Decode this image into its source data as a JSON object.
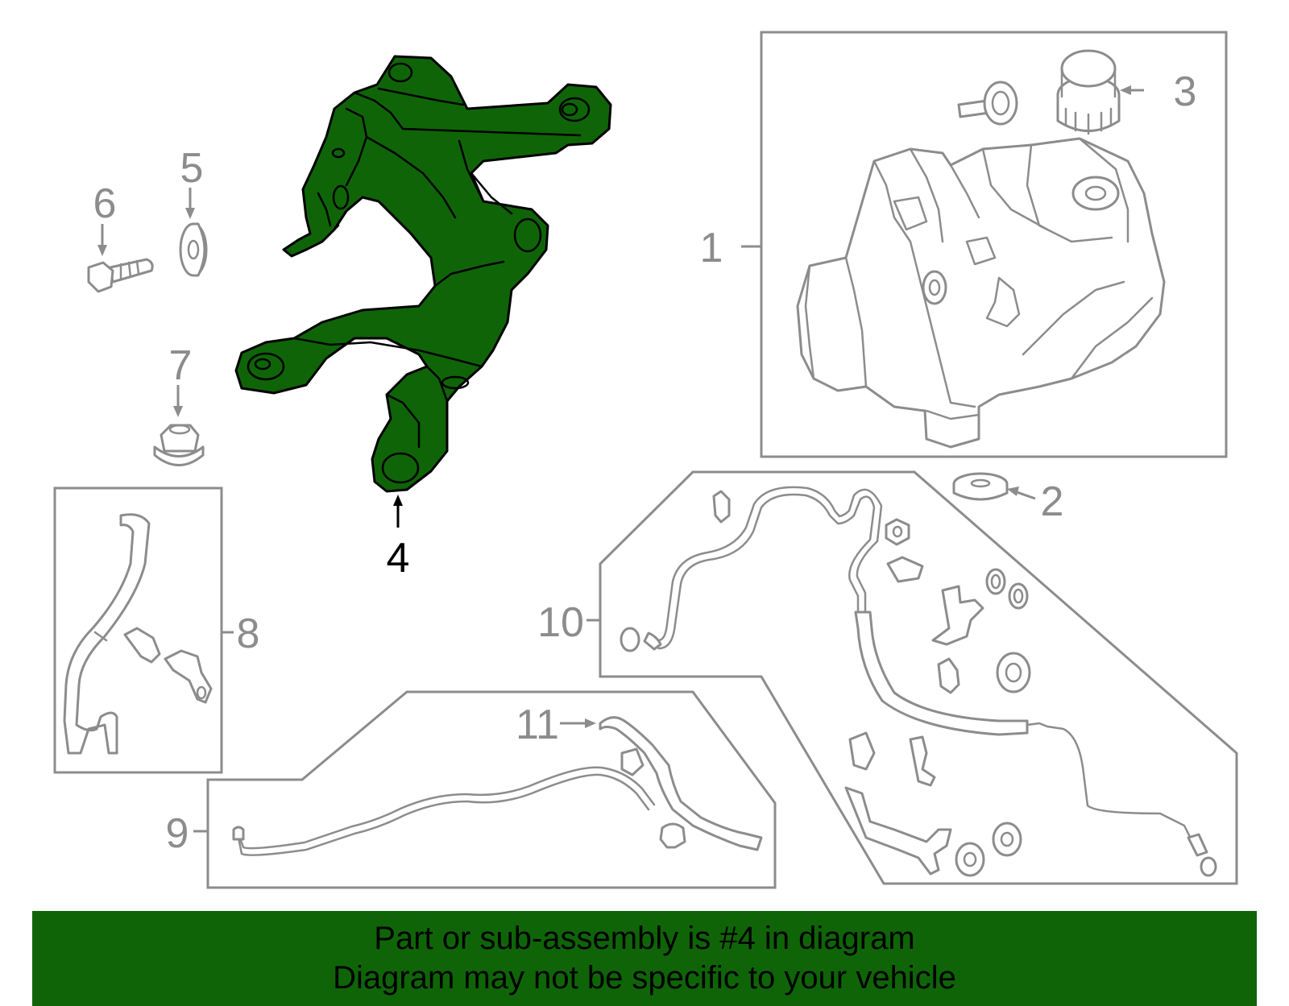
{
  "callouts": {
    "c1": "1",
    "c2": "2",
    "c3": "3",
    "c4": "4",
    "c5": "5",
    "c6": "6",
    "c7": "7",
    "c8": "8",
    "c9": "9",
    "c10": "10",
    "c11": "11"
  },
  "highlighted_part": "4",
  "colors": {
    "highlight": "#0f6408",
    "lines": "#8c8c8c",
    "banner": "#0f6408"
  },
  "banner": {
    "line1": "Part or sub-assembly is #4 in diagram",
    "line2": "Diagram may not be specific to your vehicle"
  }
}
